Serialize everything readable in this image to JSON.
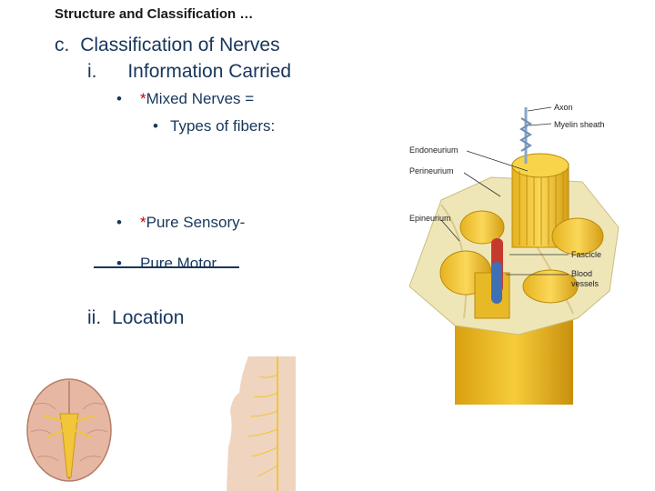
{
  "slide": {
    "header": "Structure and Classification …",
    "section_c": {
      "marker": "c.",
      "title": "Classification of Nerves"
    },
    "section_i": {
      "marker": "i.",
      "title": "Information Carried"
    },
    "mixed": {
      "bullet": "•",
      "asterisk": "*",
      "text": "Mixed Nerves ="
    },
    "fibers": {
      "bullet": "•",
      "text": "Types of fibers:"
    },
    "sensory": {
      "bullet": "•",
      "asterisk": "*",
      "text": "Pure Sensory-"
    },
    "motor": {
      "bullet": "•",
      "text": "Pure Motor"
    },
    "section_ii": {
      "marker": "ii.",
      "title": "Location"
    }
  },
  "nerve_figure": {
    "labels": {
      "axon": "Axon",
      "myelin": "Myelin sheath",
      "endoneurium": "Endoneurium",
      "perineurium": "Perineurium",
      "epineurium": "Epineurium",
      "fascicle": "Fascicle",
      "blood1": "Blood",
      "blood2": "vessels"
    },
    "colors": {
      "nerve": "#f3c327",
      "tissue": "#efe6b8",
      "artery": "#c63a2e",
      "vein": "#3f6fb5"
    }
  },
  "images": [
    "brain-underside",
    "back-spinal-nerves"
  ]
}
